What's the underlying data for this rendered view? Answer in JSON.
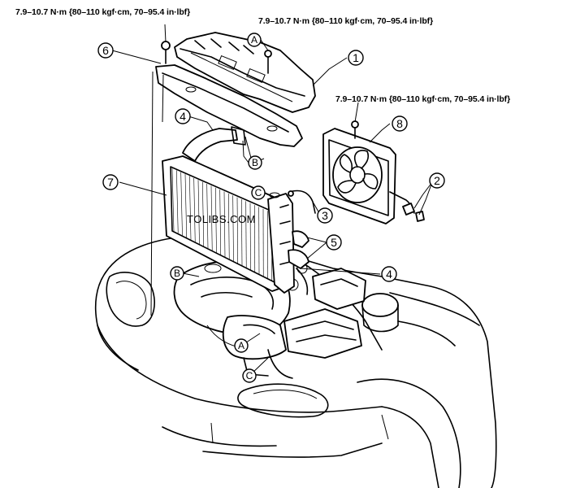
{
  "torque_labels": {
    "top_left": "7.9–10.7 N·m {80–110 kgf·cm, 70–95.4 in·lbf}",
    "top_center": "7.9–10.7 N·m {80–110 kgf·cm, 70–95.4 in·lbf}",
    "right": "7.9–10.7 N·m {80–110 kgf·cm, 70–95.4 in·lbf}"
  },
  "watermark": "TOLIBS.COM",
  "callouts": {
    "n1": "1",
    "n2": "2",
    "n3": "3",
    "n4a": "4",
    "n4b": "4",
    "n5": "5",
    "n6": "6",
    "n7": "7",
    "n8": "8"
  },
  "letters": {
    "a_top": "A",
    "a_bottom": "A",
    "b_hose": "B",
    "b_engine": "B",
    "c_radiator": "C",
    "c_bottom": "C"
  }
}
